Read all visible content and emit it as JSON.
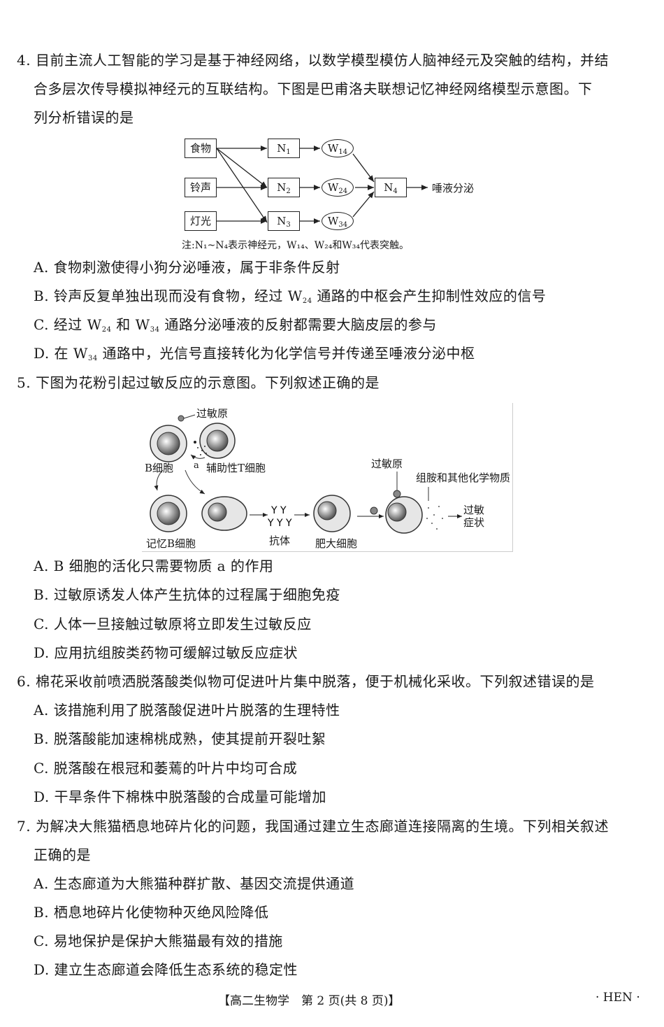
{
  "q4": {
    "line1": "4. 目前主流人工智能的学习是基于神经网络，以数学模型模仿人脑神经元及突触的结构，并结",
    "line2": "合多层次传导模拟神经元的互联结构。下图是巴甫洛夫联想记忆神经网络模型示意图。下",
    "line3": "列分析错误的是",
    "diagram": {
      "inputs": [
        "食物",
        "铃声",
        "灯光"
      ],
      "neurons": [
        "N",
        "N",
        "N"
      ],
      "neuron_subs": [
        "1",
        "2",
        "3"
      ],
      "synapses": [
        "W",
        "W",
        "W"
      ],
      "synapse_subs": [
        "14",
        "24",
        "34"
      ],
      "output_neuron": "N",
      "output_neuron_sub": "4",
      "output_label": "唾液分泌",
      "note": "注:N₁~N₄表示神经元，W₁₄、W₂₄和W₃₄代表突触。"
    },
    "options": {
      "A": "A. 食物刺激使得小狗分泌唾液，属于非条件反射",
      "B_pre": "B. 铃声反复单独出现而没有食物，经过 W",
      "B_sub": "24",
      "B_post": " 通路的中枢会产生抑制性效应的信号",
      "C_pre": "C. 经过 W",
      "C_sub1": "24",
      "C_mid": " 和 W",
      "C_sub2": "34",
      "C_post": " 通路分泌唾液的反射都需要大脑皮层的参与",
      "D_pre": "D. 在 W",
      "D_sub": "34",
      "D_post": " 通路中，光信号直接转化为化学信号并传递至唾液分泌中枢"
    }
  },
  "q5": {
    "stem": "5. 下图为花粉引起过敏反应的示意图。下列叙述正确的是",
    "figure": {
      "allergen_top": "过敏原",
      "b_cell": "B细胞",
      "substance": "a",
      "helper_t": "辅助性T细胞",
      "memory_b": "记忆B细胞",
      "antibody": "抗体",
      "mast_cell": "肥大细胞",
      "allergen_right": "过敏原",
      "histamine": "组胺和其他化学物质",
      "symptom_line1": "过敏",
      "symptom_line2": "症状"
    },
    "options": {
      "A": "A. B 细胞的活化只需要物质 a 的作用",
      "B": "B. 过敏原诱发人体产生抗体的过程属于细胞免疫",
      "C": "C. 人体一旦接触过敏原将立即发生过敏反应",
      "D": "D. 应用抗组胺类药物可缓解过敏反应症状"
    }
  },
  "q6": {
    "stem": "6. 棉花采收前喷洒脱落酸类似物可促进叶片集中脱落，便于机械化采收。下列叙述错误的是",
    "options": {
      "A": "A. 该措施利用了脱落酸促进叶片脱落的生理特性",
      "B": "B. 脱落酸能加速棉桃成熟，使其提前开裂吐絮",
      "C": "C. 脱落酸在根冠和萎蔫的叶片中均可合成",
      "D": "D. 干旱条件下棉株中脱落酸的合成量可能增加"
    }
  },
  "q7": {
    "line1": "7. 为解决大熊猫栖息地碎片化的问题，我国通过建立生态廊道连接隔离的生境。下列相关叙述",
    "line2": "正确的是",
    "options": {
      "A": "A. 生态廊道为大熊猫种群扩散、基因交流提供通道",
      "B": "B. 栖息地碎片化使物种灭绝风险降低",
      "C": "C. 易地保护是保护大熊猫最有效的措施",
      "D": "D. 建立生态廊道会降低生态系统的稳定性"
    }
  },
  "footer": {
    "page_label": "【高二生物学　第 2 页(共 8 页)】",
    "code": "· HEN ·"
  }
}
